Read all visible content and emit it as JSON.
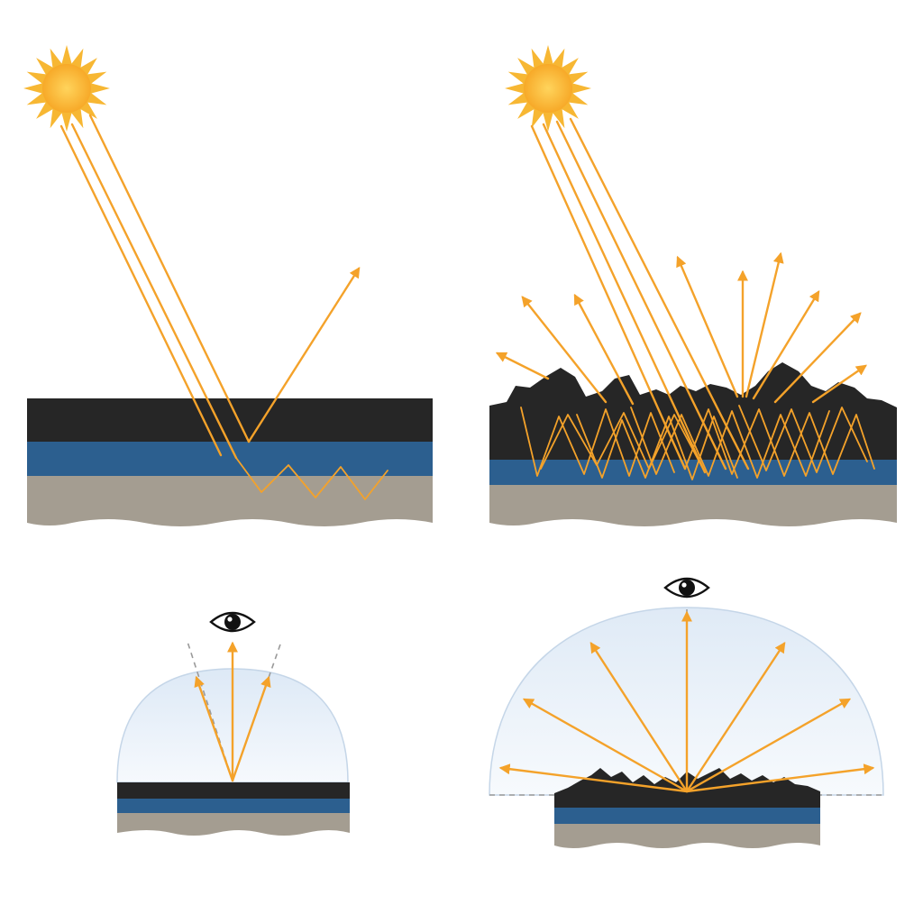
{
  "colors": {
    "background": "#ffffff",
    "light_ray": "#f4a22a",
    "sun_core": "#ffc43a",
    "sun_rays": "#f7b733",
    "black_coating": "#262626",
    "blue_layer": "#2c5f8f",
    "substrate": "#a49d91",
    "dome_fill": "#e7f0fa",
    "dome_edge": "#c5d6e8",
    "guide_line": "#9a9a9a",
    "eye": "#111111"
  },
  "panels": [
    {
      "name": "smooth-specular-reflection",
      "icon": "sun-icon"
    },
    {
      "name": "rough-diffuse-scattering",
      "icon": "sun-icon"
    },
    {
      "name": "narrow-reflection-cone",
      "icon": "eye-icon"
    },
    {
      "name": "wide-hemispherical-scattering",
      "icon": "eye-icon"
    }
  ]
}
